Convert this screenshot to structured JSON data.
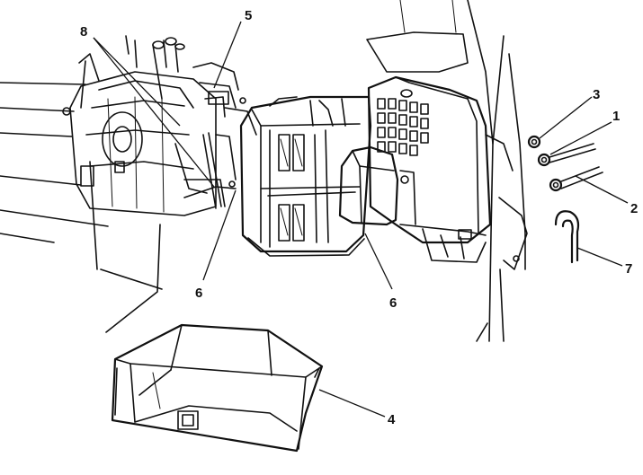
{
  "callouts": {
    "c1": "1",
    "c2": "2",
    "c3": "3",
    "c4": "4",
    "c5": "5",
    "c6a": "6",
    "c6b": "6",
    "c7": "7",
    "c8": "8"
  }
}
